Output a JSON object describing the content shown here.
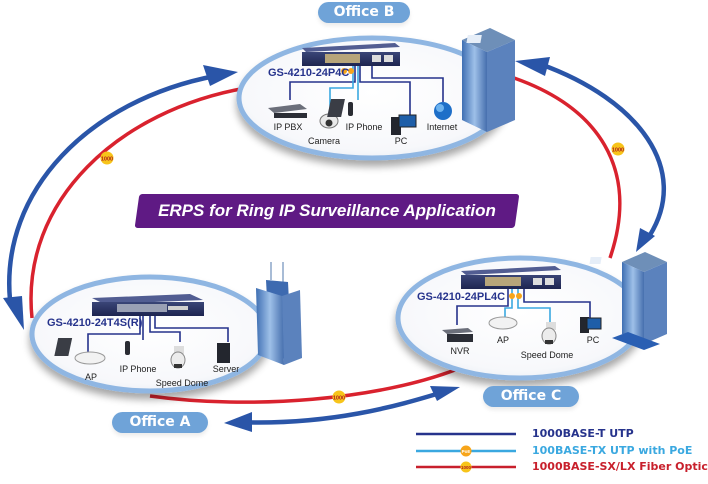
{
  "title": "ERPS for Ring IP Surveillance Application",
  "colors": {
    "fiber_red": "#d9222e",
    "ring_blue": "#2a55a8",
    "utp_navy": "#26338c",
    "poe_cyan": "#3aa8e0",
    "badge_yellow": "#f7c41a",
    "office_pill": "#6fa3d8",
    "banner_purple": "#5f1a84",
    "ellipse_border": "#8fb6e2"
  },
  "offices": [
    {
      "id": "office-b",
      "label": "Office B",
      "switch_model": "GS-4210-24P4C",
      "devices": [
        "IP PBX",
        "Camera",
        "IP Phone",
        "PC",
        "Internet"
      ]
    },
    {
      "id": "office-a",
      "label": "Office A",
      "switch_model": "GS-4210-24T4S(R)",
      "devices": [
        "AP",
        "IP Phone",
        "Speed Dome",
        "Server"
      ]
    },
    {
      "id": "office-c",
      "label": "Office C",
      "switch_model": "GS-4210-24PL4C",
      "devices": [
        "NVR",
        "AP",
        "Speed Dome",
        "PC"
      ]
    }
  ],
  "link_badges": {
    "fiber": "1000",
    "poe": "PoE"
  },
  "legend": [
    {
      "key": "utp",
      "label": "1000BASE-T UTP",
      "color": "#26338c"
    },
    {
      "key": "poe",
      "label": "100BASE-TX UTP with PoE",
      "color": "#3aa8e0",
      "badge": "PoE"
    },
    {
      "key": "fiber",
      "label": "1000BASE-SX/LX Fiber Optic",
      "color": "#c8202c",
      "badge": "1000"
    }
  ]
}
